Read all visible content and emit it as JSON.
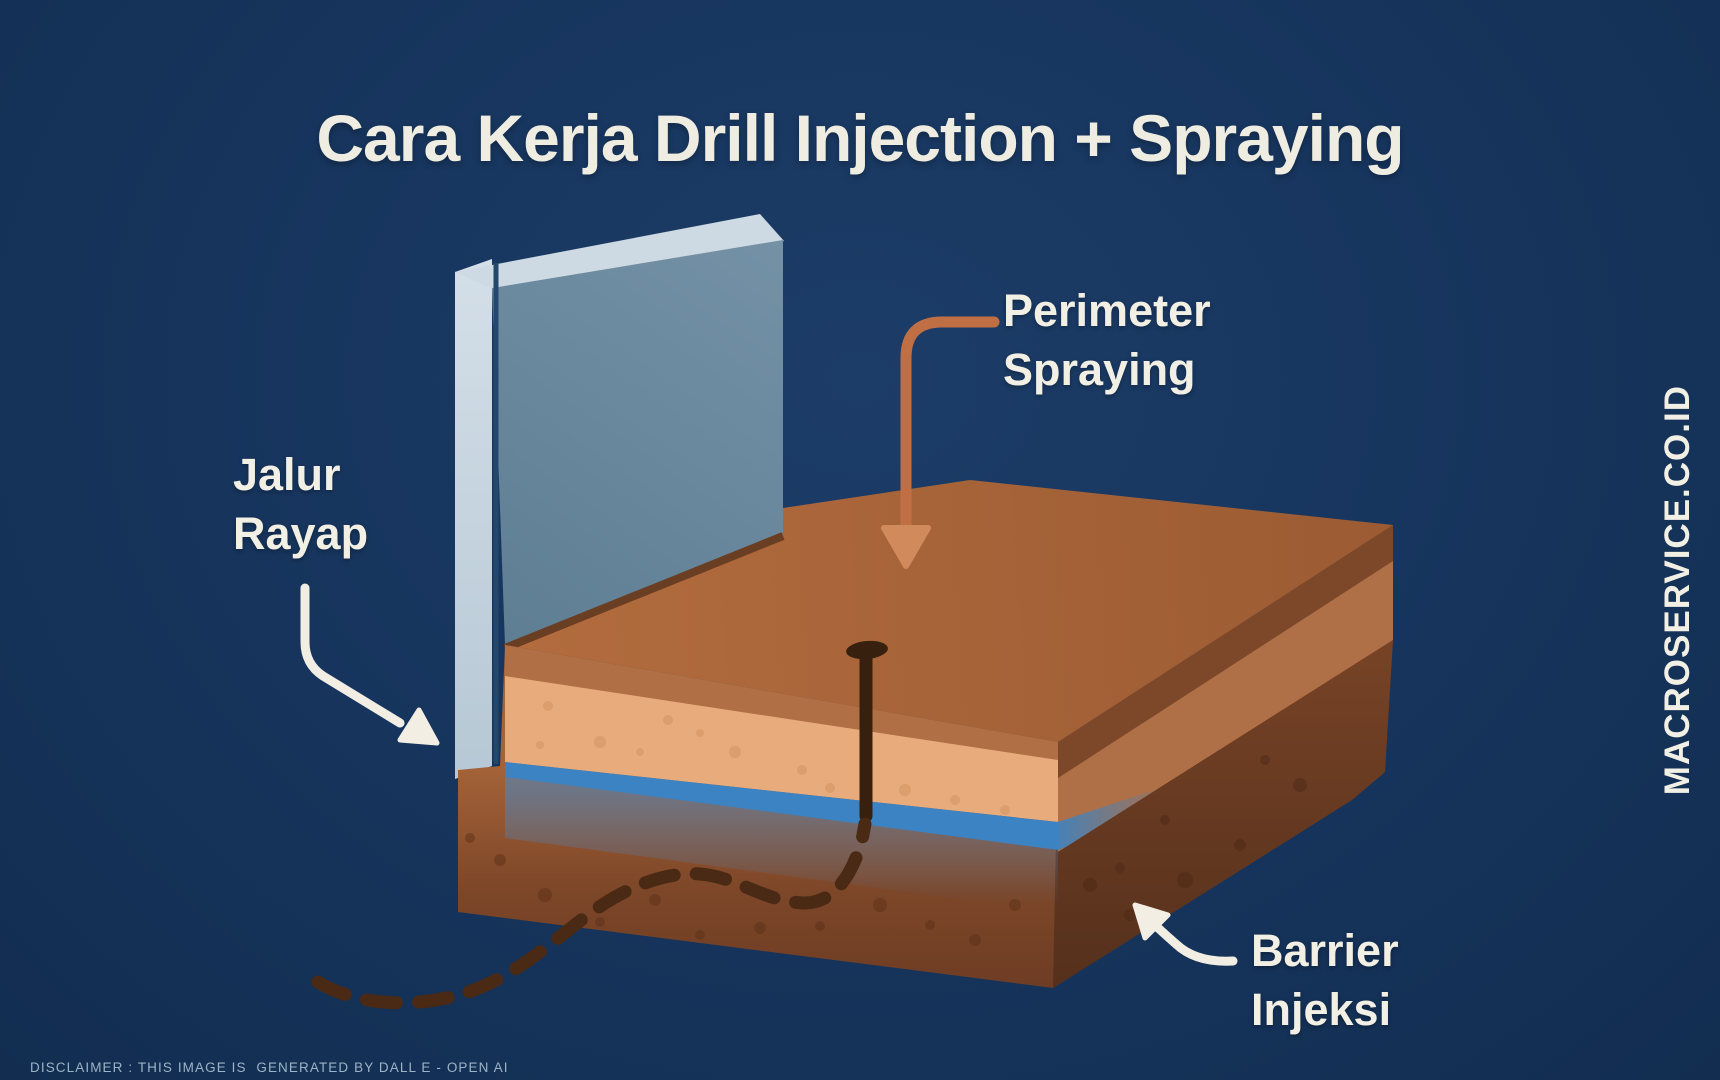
{
  "title": "Cara Kerja Drill Injection + Spraying",
  "callouts": {
    "perimeter_spraying": {
      "line1": "Perimeter",
      "line2": "Spraying"
    },
    "jalur_rayap": {
      "line1": "Jalur",
      "line2": "Rayap"
    },
    "barrier_injeksi": {
      "line1": "Barrier",
      "line2": "Injeksi"
    }
  },
  "watermark": "MACROSERVICE.CO.ID",
  "disclaimer": "DISCLAIMER : THIS IMAGE IS  GENERATED BY DALL E - OPEN AI",
  "colors": {
    "background_navy": "#16345c",
    "title_text": "#efece1",
    "label_text": "#f2efe5",
    "disclaimer_text": "#9db3c6",
    "orange_arrow": "#c06f45",
    "orange_arrowhead": "#d18a5b",
    "white_arrow": "#f2eee4",
    "wall_face": "#6b8aa0",
    "wall_edge_light": "#c9d6e1",
    "slab_top": "#ab6a3c",
    "front_edge_strip": "#b06f44",
    "tan_layer": "#e7ab7c",
    "blue_barrier": "#3b83c3",
    "soil_front_dark": "#6d3c24",
    "soil_side_dark": "#5c331e",
    "drill_dark": "#38200f",
    "termite_trail": "#4b2a15"
  }
}
